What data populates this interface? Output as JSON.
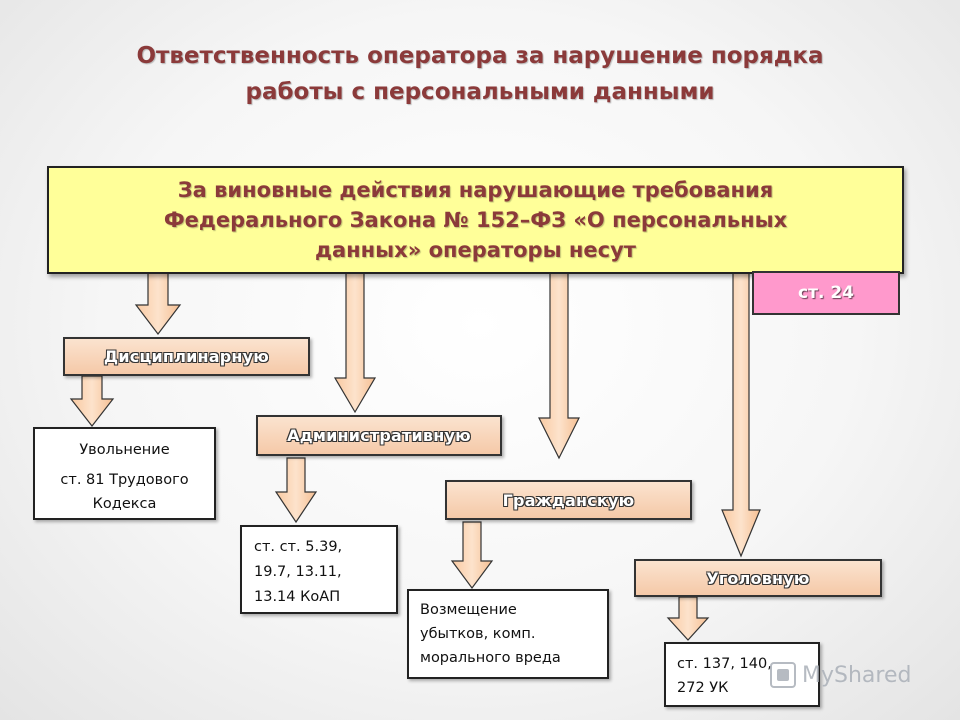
{
  "title": {
    "line1": "Ответственность оператора за нарушение порядка",
    "line2": "работы с персональными данными"
  },
  "main_box": {
    "line1": "За виновные действия нарушающие требования",
    "line2": "Федерального Закона № 152–ФЗ «О персональных",
    "line3": "данных» операторы несут"
  },
  "article_badge": "ст. 24",
  "categories": {
    "disciplinary": "Дисциплинарную",
    "administrative": "Административную",
    "civil": "Гражданскую",
    "criminal": "Уголовную"
  },
  "results": {
    "disciplinary": {
      "line1": "Увольнение",
      "line2": "ст. 81 Трудового",
      "line3": "Кодекса"
    },
    "administrative": {
      "line1": "ст. ст. 5.39,",
      "line2": "19.7, 13.11,",
      "line3": "13.14 КоАП"
    },
    "civil": {
      "line1": "Возмещение",
      "line2": "убытков, комп.",
      "line3": "морального вреда"
    },
    "criminal": {
      "line1": "ст. 137, 140,",
      "line2": "272 УК"
    }
  },
  "watermark": "MyShared",
  "colors": {
    "title": "#8b3a3a",
    "main_fill": "#ffff99",
    "badge_fill": "#ff99cc",
    "category_fill": "#f5c9a8",
    "arrow_fill": "#fbd3b0"
  }
}
